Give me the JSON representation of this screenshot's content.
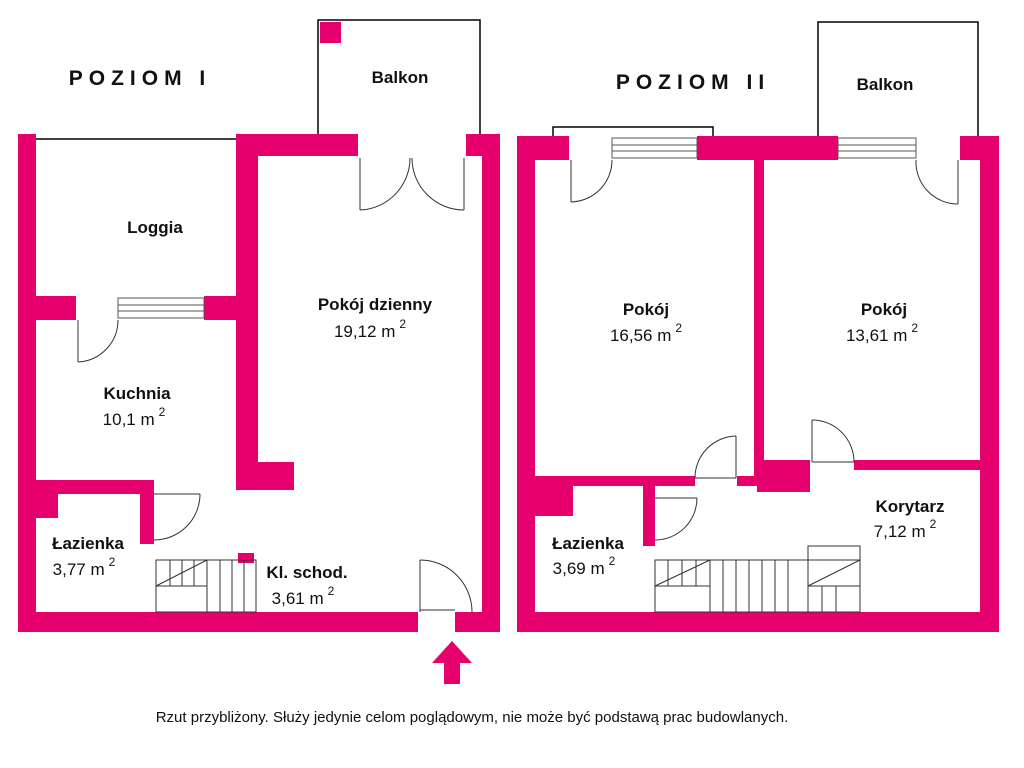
{
  "colors": {
    "wall": "#e5006d",
    "outline": "#000000",
    "text": "#111111",
    "background": "#ffffff"
  },
  "levels": {
    "one": {
      "title": "POZIOM I",
      "rooms": {
        "balkon": {
          "name": "Balkon"
        },
        "loggia": {
          "name": "Loggia"
        },
        "pokoj_dzienny": {
          "name": "Pokój dzienny",
          "area": "19,12 m",
          "unit_exp": "2"
        },
        "kuchnia": {
          "name": "Kuchnia",
          "area": "10,1 m",
          "unit_exp": "2"
        },
        "lazienka": {
          "name": "Łazienka",
          "area": "3,77 m",
          "unit_exp": "2"
        },
        "klatka": {
          "name": "Kl. schod.",
          "area": "3,61 m",
          "unit_exp": "2"
        }
      }
    },
    "two": {
      "title": "POZIOM II",
      "rooms": {
        "balkon": {
          "name": "Balkon"
        },
        "pokoj_a": {
          "name": "Pokój",
          "area": "16,56 m",
          "unit_exp": "2"
        },
        "pokoj_b": {
          "name": "Pokój",
          "area": "13,61 m",
          "unit_exp": "2"
        },
        "korytarz": {
          "name": "Korytarz",
          "area": "7,12 m",
          "unit_exp": "2"
        },
        "lazienka": {
          "name": "Łazienka",
          "area": "3,69 m",
          "unit_exp": "2"
        }
      }
    }
  },
  "entrance_icon": "entrance-arrow-icon",
  "disclaimer": "Rzut przybliżony. Służy jedynie celom poglądowym, nie może być podstawą prac budowlanych."
}
